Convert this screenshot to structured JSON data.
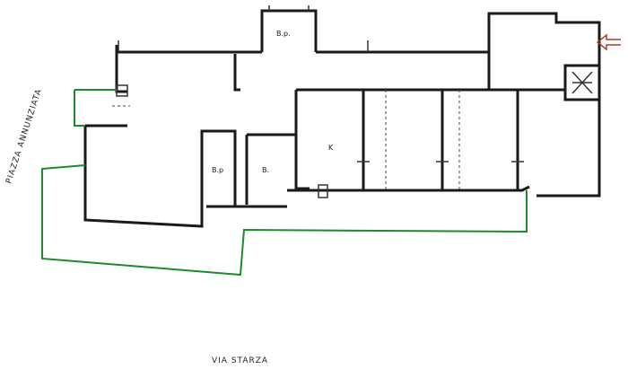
{
  "labels": {
    "room_bp_top": "B.p.",
    "room_bp_left": "B.p",
    "room_b": "B.",
    "room_k": "K",
    "street_left": "PIAZZA ANNUNZIATA",
    "street_bottom": "VIA STARZA"
  },
  "colors": {
    "walls": "#1a1a1a",
    "boundary": "#1e8a2e",
    "entrance_arrow": "#b03a2e"
  }
}
